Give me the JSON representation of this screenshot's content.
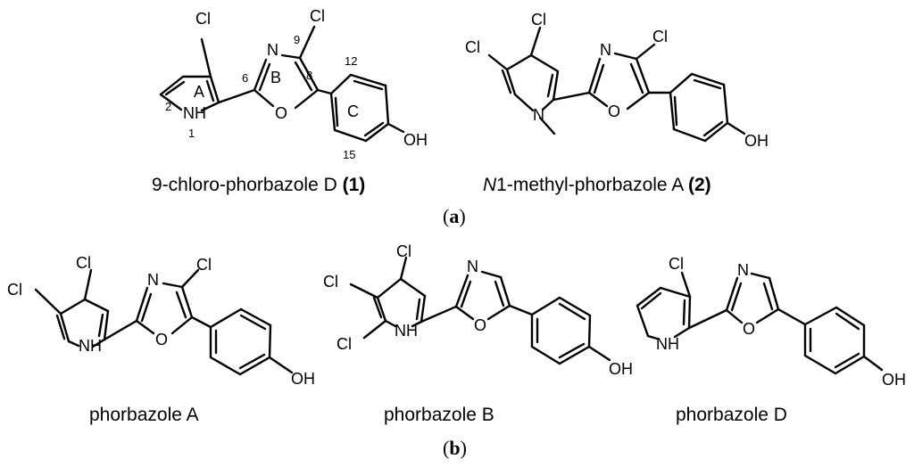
{
  "figure": {
    "panel_a": {
      "label_open": "(",
      "label_letter": "a",
      "label_close": ")",
      "compound_1": {
        "name": "9-chloro-phorbazole D",
        "number": "(1)",
        "atoms": {
          "cl3": "Cl",
          "cl9": "Cl",
          "n_oxazole": "N",
          "o_oxazole": "O",
          "nh": "NH",
          "oh": "OH"
        },
        "ring_labels": {
          "a": "A",
          "b": "B",
          "c": "C"
        },
        "position_numbers": {
          "p1": "1",
          "p2": "2",
          "p6": "6",
          "p8": "8",
          "p9": "9",
          "p12": "12",
          "p15": "15"
        }
      },
      "compound_2": {
        "name_italic": "N",
        "name_rest": "1-methyl-phorbazole A",
        "number": "(2)",
        "atoms": {
          "cl3": "Cl",
          "cl4": "Cl",
          "cl9": "Cl",
          "n_pyrrole": "N",
          "n_oxazole": "N",
          "o_oxazole": "O",
          "oh": "OH"
        }
      }
    },
    "panel_b": {
      "label_open": "(",
      "label_letter": "b",
      "label_close": ")",
      "phorbazole_a": {
        "name": "phorbazole A",
        "atoms": {
          "cl3": "Cl",
          "cl4": "Cl",
          "cl9": "Cl",
          "nh": "NH",
          "n_oxazole": "N",
          "o_oxazole": "O",
          "oh": "OH"
        }
      },
      "phorbazole_b": {
        "name": "phorbazole B",
        "atoms": {
          "cl3": "Cl",
          "cl4": "Cl",
          "cl5": "Cl",
          "nh": "NH",
          "n_oxazole": "N",
          "o_oxazole": "O",
          "oh": "OH"
        }
      },
      "phorbazole_d": {
        "name": "phorbazole D",
        "atoms": {
          "cl3": "Cl",
          "nh": "NH",
          "n_oxazole": "N",
          "o_oxazole": "O",
          "oh": "OH"
        }
      }
    }
  }
}
